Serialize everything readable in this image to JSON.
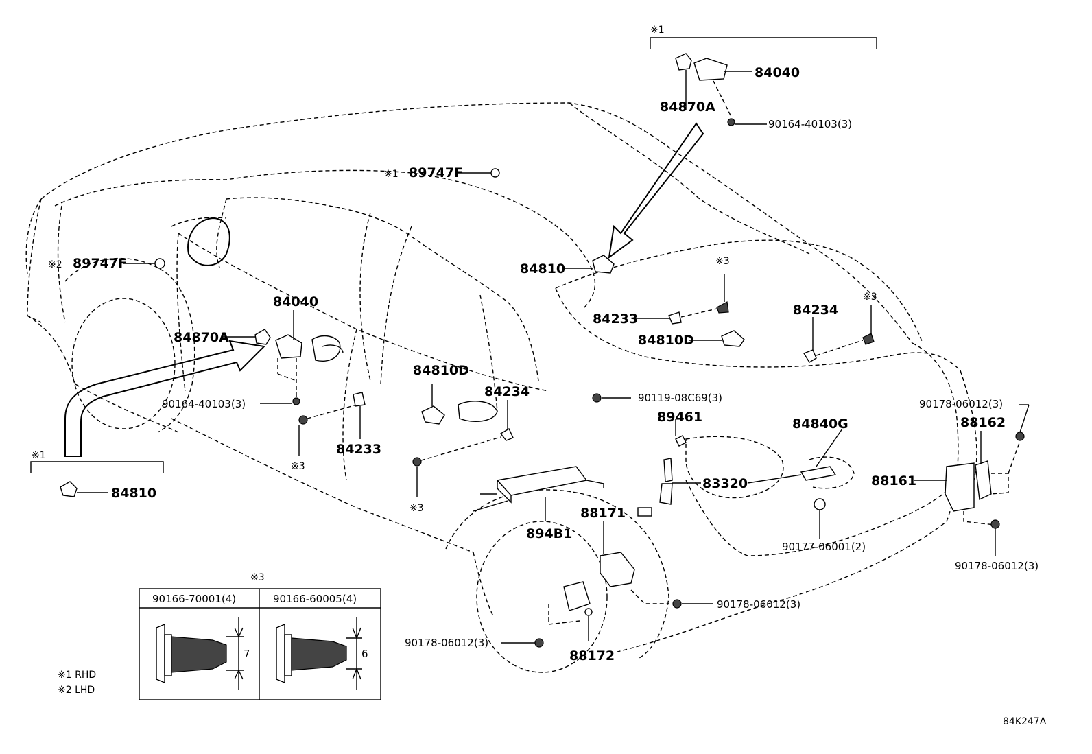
{
  "labels": {
    "p84040_top": "84040",
    "p84870a_top": "84870A",
    "p90164_top": "90164-40103(3)",
    "p89747f_top": "89747F",
    "p89747f_left": "89747F",
    "p84810_roof": "84810",
    "p84233_right": "84233",
    "p84810d_right": "84810D",
    "p84234_right": "84234",
    "p84040_door": "84040",
    "p84870a_door": "84870A",
    "p90164_door": "90164-40103(3)",
    "p84233_door": "84233",
    "p84810d_door": "84810D",
    "p84234_door": "84234",
    "p90119": "90119-08C69(3)",
    "p89461": "89461",
    "p84840g": "84840G",
    "p90178_right_top": "90178-06012(3)",
    "p88162": "88162",
    "p83320": "83320",
    "p88161": "88161",
    "p894b1": "894B1",
    "p88171": "88171",
    "p90177": "90177-06001(2)",
    "p90178_right_bot": "90178-06012(3)",
    "p90178_mid": "90178-06012(3)",
    "p90178_left": "90178-06012(3)",
    "p88172": "88172",
    "p84810_inset": "84810"
  },
  "notes": {
    "n1_top": "※1",
    "n1_89747f": "※1",
    "n2_89747f": "※2",
    "n3_right_a": "※3",
    "n3_right_b": "※3",
    "n3_door_a": "※3",
    "n3_door_b": "※3",
    "n1_inset": "※1",
    "n3_table": "※3"
  },
  "bolt_table": {
    "col1_header": "90166-70001(4)",
    "col2_header": "90166-60005(4)",
    "col1_dim": "7",
    "col2_dim": "6"
  },
  "legend": {
    "rhd": "※1 RHD",
    "lhd": "※2 LHD"
  },
  "diagram_ref": "84K247A"
}
